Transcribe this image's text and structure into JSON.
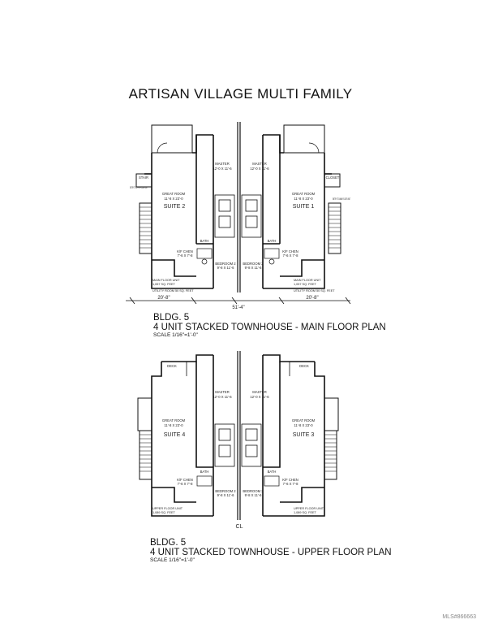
{
  "title": "ARTISAN VILLAGE MULTI FAMILY",
  "main_plan": {
    "bldg": "BLDG. 5",
    "heading": "4 UNIT STACKED TOWNHOUSE -  MAIN FLOOR PLAN",
    "scale": "SCALE 1/16\"=1'-0\"",
    "left_suite": {
      "suite": "SUITE 2",
      "great_room": "GREAT ROOM",
      "great_room_size": "11'-8 X 23'-0",
      "master": "MASTER",
      "master_size": "12'-0 X 11'-6",
      "bedroom": "BEDROOM 2",
      "bedroom_size": "9'-8 X 11'-6",
      "kitchen": "K/F CHEN",
      "kitchen_size": "7'-6 X 7'-8",
      "bath": "BATH",
      "stair_note": "STAIR",
      "entry": "ENTRY TO UPPER FLOOR UNIT",
      "unit_label": "MAIN FLOOR UNIT",
      "unit_area": "1,057 SQ. FEET",
      "utility": "UTILITY ROOM 50 SQ. FEET"
    },
    "right_suite": {
      "suite": "SUITE 1",
      "great_room": "GREAT ROOM",
      "great_room_size": "11'-8 X 23'-0",
      "master": "MASTER",
      "master_size": "12'-0 X 11'-6",
      "bedroom": "BEDROOM 2",
      "bedroom_size": "9'-8 X 11'-6",
      "kitchen": "K/F CHEN",
      "kitchen_size": "7'-6 X 7'-8",
      "bath": "BATH",
      "stair_note": "CLOSET",
      "entry": "ENTRY TO MAIN FLOOR UNIT",
      "unit_label": "MAIN FLOOR UNIT",
      "unit_area": "1,057 SQ. FEET",
      "utility": "UTILITY ROOM 50 SQ. FEET"
    },
    "dim_left": "20'-8\"",
    "dim_total": "51'-4\"",
    "dim_right": "20'-8\""
  },
  "upper_plan": {
    "bldg": "BLDG. 5",
    "heading": "4 UNIT STACKED TOWNHOUSE -  UPPER FLOOR PLAN",
    "scale": "SCALE 1/16\"=1'-0\"",
    "left_suite": {
      "suite": "SUITE 4",
      "deck": "DECK",
      "great_room": "GREAT ROOM",
      "great_room_size": "11'-8 X 23'-0",
      "master": "MASTER",
      "master_size": "12'-0 X 11'-6",
      "bedroom": "BEDROOM 2",
      "bedroom_size": "9'-8 X 11'-6",
      "kitchen": "K/F CHEN",
      "kitchen_size": "7'-6 X 7'-8",
      "bath": "BATH",
      "unit_label": "UPPER FLOOR UNIT",
      "unit_area": "1,089 SQ. FEET"
    },
    "right_suite": {
      "suite": "SUITE 3",
      "deck": "DECK",
      "great_room": "GREAT ROOM",
      "great_room_size": "11'-8 X 23'-0",
      "master": "MASTER",
      "master_size": "12'-0 X 11'-6",
      "bedroom": "BEDROOM 2",
      "bedroom_size": "9'-8 X 11'-6",
      "kitchen": "K/F CHEN",
      "kitchen_size": "7'-6 X 7'-8",
      "bath": "BATH",
      "unit_label": "UPPER FLOOR UNIT",
      "unit_area": "1,089 SQ. FEET"
    },
    "centerline": "CL"
  },
  "watermark": "MLS#866663"
}
